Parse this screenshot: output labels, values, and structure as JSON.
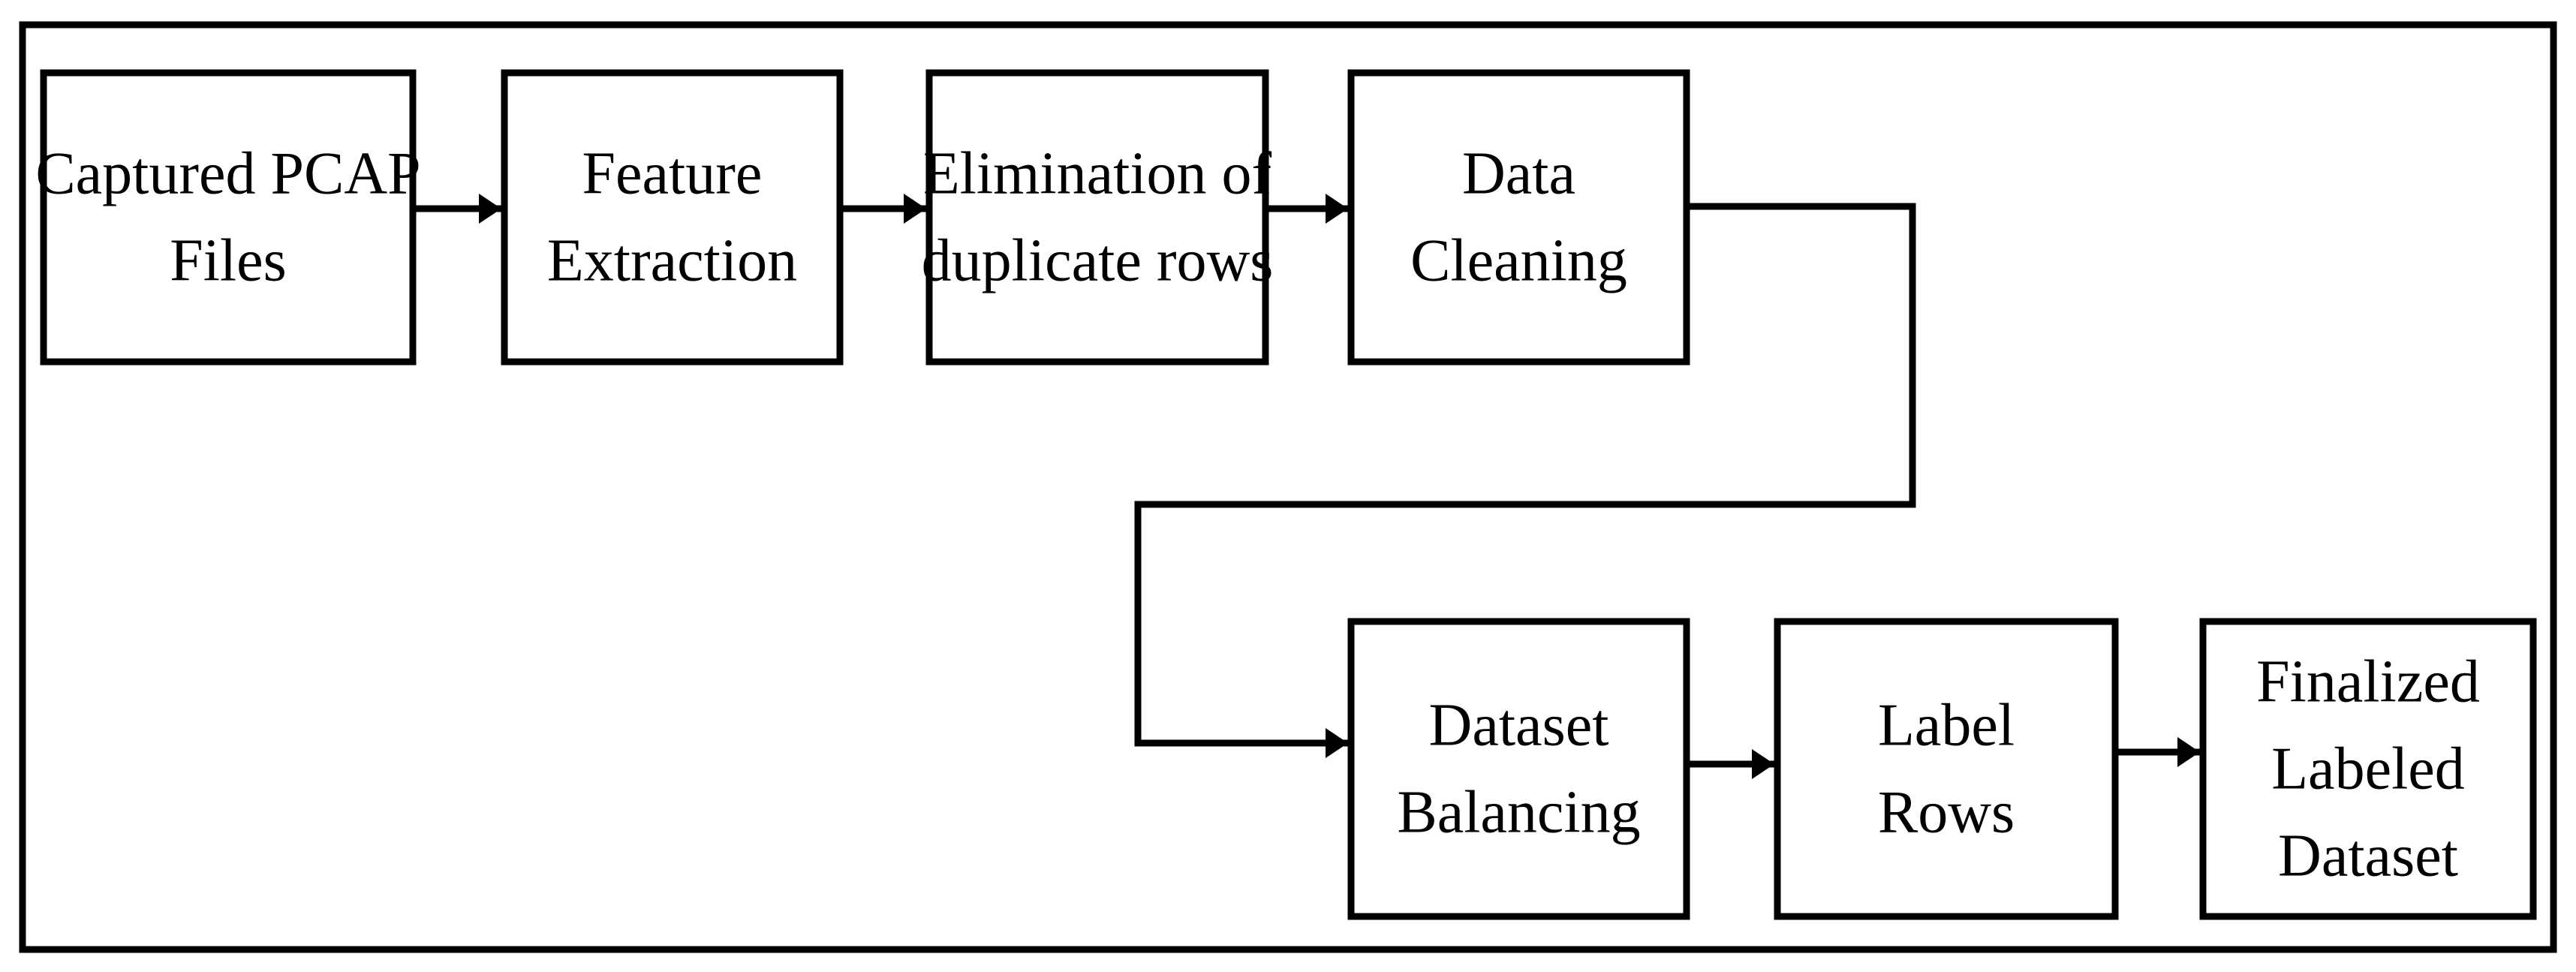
{
  "colors": {
    "background": "#ffffff",
    "stroke": "#000000",
    "text": "#000000"
  },
  "steps": [
    {
      "id": "captured-pcap",
      "lines": [
        "Captured PCAP",
        "Files"
      ]
    },
    {
      "id": "feature-extraction",
      "lines": [
        "Feature",
        "Extraction"
      ]
    },
    {
      "id": "elimination-duplicates",
      "lines": [
        "Elimination of",
        "duplicate rows"
      ]
    },
    {
      "id": "data-cleaning",
      "lines": [
        "Data",
        "Cleaning"
      ]
    },
    {
      "id": "dataset-balancing",
      "lines": [
        "Dataset",
        "Balancing"
      ]
    },
    {
      "id": "label-rows",
      "lines": [
        "Label",
        "Rows"
      ]
    },
    {
      "id": "finalized-dataset",
      "lines": [
        "Finalized",
        "Labeled",
        "Dataset"
      ]
    }
  ],
  "flow": [
    [
      "captured-pcap",
      "feature-extraction"
    ],
    [
      "feature-extraction",
      "elimination-duplicates"
    ],
    [
      "elimination-duplicates",
      "data-cleaning"
    ],
    [
      "data-cleaning",
      "dataset-balancing"
    ],
    [
      "dataset-balancing",
      "label-rows"
    ],
    [
      "label-rows",
      "finalized-dataset"
    ]
  ]
}
